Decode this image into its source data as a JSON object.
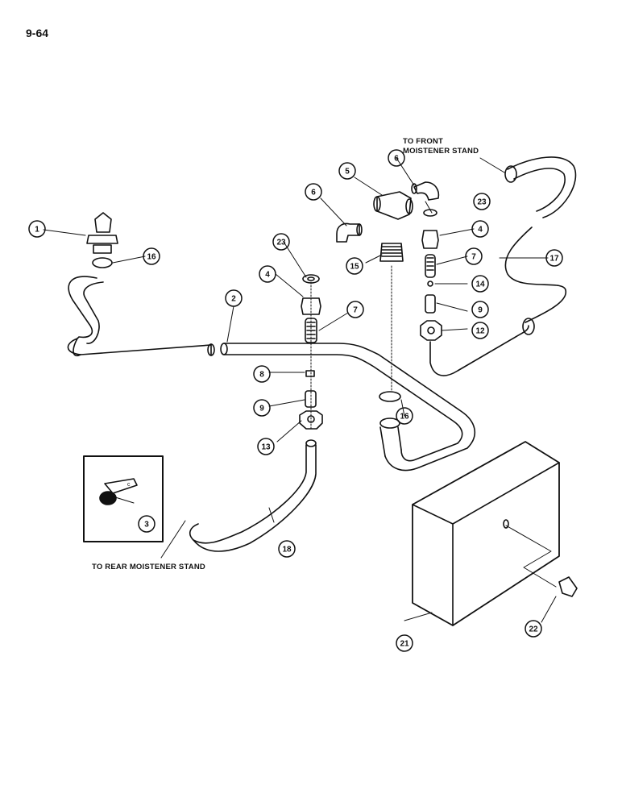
{
  "page_number": "9-64",
  "notes": {
    "front_line1": "TO FRONT",
    "front_line2": "MOISTENER STAND",
    "rear": "TO REAR MOISTENER STAND"
  },
  "callouts": [
    "1",
    "16",
    "2",
    "23",
    "6",
    "4",
    "5",
    "6",
    "23",
    "4",
    "15",
    "7",
    "7",
    "14",
    "17",
    "9",
    "12",
    "8",
    "9",
    "16",
    "13",
    "3",
    "18",
    "21",
    "22"
  ],
  "colors": {
    "ink": "#111111",
    "paper": "#ffffff"
  }
}
